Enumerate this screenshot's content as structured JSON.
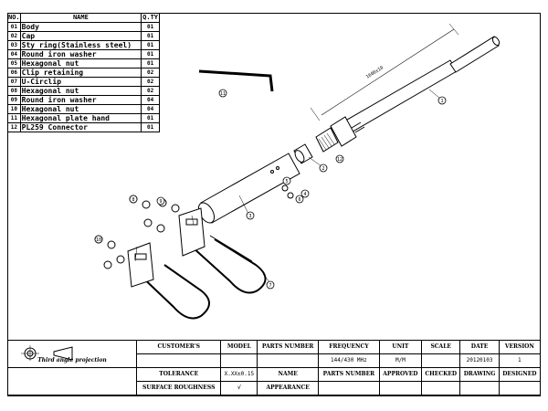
{
  "parts_list": {
    "headers": {
      "no": "NO.",
      "name": "NAME",
      "qty": "Q.TY"
    },
    "items": [
      {
        "no": "01",
        "name": "Body",
        "qty": "01"
      },
      {
        "no": "02",
        "name": "Cap",
        "qty": "01"
      },
      {
        "no": "03",
        "name": "Sty ring(Stainless steel)",
        "qty": "01"
      },
      {
        "no": "04",
        "name": "Round iron washer",
        "qty": "01"
      },
      {
        "no": "05",
        "name": "Hexagonal nut",
        "qty": "01"
      },
      {
        "no": "06",
        "name": "Clip retaining",
        "qty": "02"
      },
      {
        "no": "07",
        "name": "U-Circlip",
        "qty": "02"
      },
      {
        "no": "08",
        "name": "Hexagonal nut",
        "qty": "02"
      },
      {
        "no": "09",
        "name": "Round iron washer",
        "qty": "04"
      },
      {
        "no": "10",
        "name": "Hexagonal nut",
        "qty": "04"
      },
      {
        "no": "11",
        "name": "Hexagonal plate hand",
        "qty": "01"
      },
      {
        "no": "12",
        "name": "PL259 Connector",
        "qty": "01"
      }
    ]
  },
  "drawing": {
    "dimension_label": "1600±10",
    "balloons": [
      "1",
      "2",
      "3",
      "4",
      "5",
      "6",
      "7",
      "8",
      "9",
      "10",
      "11",
      "12"
    ]
  },
  "title_block": {
    "projection_label": "Third angle projection",
    "customers": "CUSTOMER'S",
    "model": "MODEL",
    "parts_number": "PARTS NUMBER",
    "frequency": "FREQUENCY",
    "unit": "UNIT",
    "scale": "SCALE",
    "date": "DATE",
    "version": "VERSION",
    "frequency_value": "144/430 MHz",
    "unit_value": "M/M",
    "date_value": "20120103",
    "version_value": "1",
    "tolerance": "TOLERANCE",
    "tolerance_value": "X.XX±0.15",
    "name": "NAME",
    "parts_number_2": "PARTS NUMBER",
    "approved": "APPROVED",
    "checked": "CHECKED",
    "drawing": "DRAWING",
    "designed": "DESIGNED",
    "surface_roughness": "SURFACE ROUGHNESS",
    "roughness_symbol": "√",
    "appearance": "APPEARANCE"
  }
}
